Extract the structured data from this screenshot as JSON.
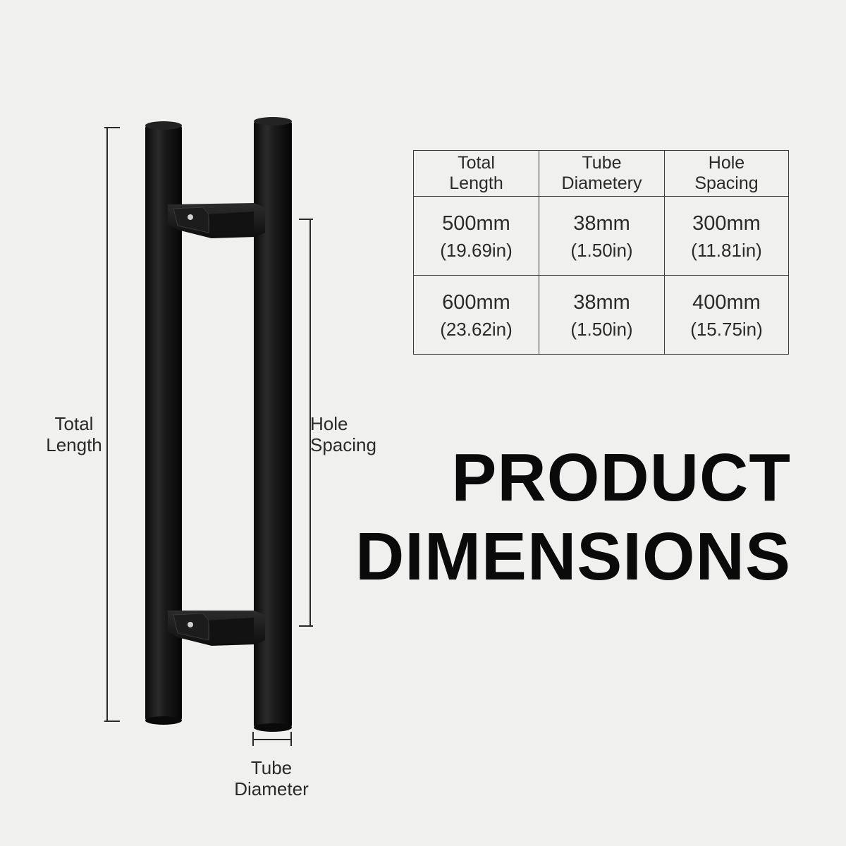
{
  "labels": {
    "total_length": [
      "Total",
      "Length"
    ],
    "hole_spacing": [
      "Hole",
      "Spacing"
    ],
    "tube_diameter": [
      "Tube",
      "Diameter"
    ]
  },
  "table": {
    "headers": [
      [
        "Total",
        "Length"
      ],
      [
        "Tube",
        "Diametery"
      ],
      [
        "Hole",
        "Spacing"
      ]
    ],
    "rows": [
      [
        {
          "mm": "500mm",
          "in": "(19.69in)"
        },
        {
          "mm": "38mm",
          "in": "(1.50in)"
        },
        {
          "mm": "300mm",
          "in": "(11.81in)"
        }
      ],
      [
        {
          "mm": "600mm",
          "in": "(23.62in)"
        },
        {
          "mm": "38mm",
          "in": "(1.50in)"
        },
        {
          "mm": "400mm",
          "in": "(15.75in)"
        }
      ]
    ]
  },
  "headline": [
    "PRODUCT",
    "DIMENSIONS"
  ],
  "colors": {
    "background": "#f0f0ef",
    "handle": "#141414",
    "text": "#2a2a2a"
  },
  "icons": {
    "product": "black-ladder-door-pull-handle"
  }
}
